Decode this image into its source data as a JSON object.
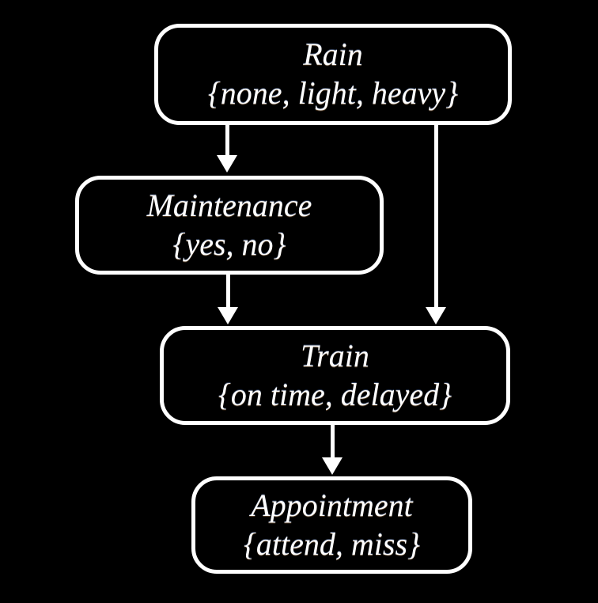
{
  "diagram": {
    "type": "bayesian-network",
    "background_color": "#000000",
    "node_border_color": "#ffffff",
    "text_color": "#ffffff",
    "nodes": {
      "rain": {
        "title": "Rain",
        "values": "{none, light, heavy}"
      },
      "maintenance": {
        "title": "Maintenance",
        "values": "{yes, no}"
      },
      "train": {
        "title": "Train",
        "values": "{on time, delayed}"
      },
      "appointment": {
        "title": "Appointment",
        "values": "{attend, miss}"
      }
    },
    "edges": [
      {
        "from": "rain",
        "to": "maintenance"
      },
      {
        "from": "rain",
        "to": "train"
      },
      {
        "from": "maintenance",
        "to": "train"
      },
      {
        "from": "train",
        "to": "appointment"
      }
    ]
  }
}
